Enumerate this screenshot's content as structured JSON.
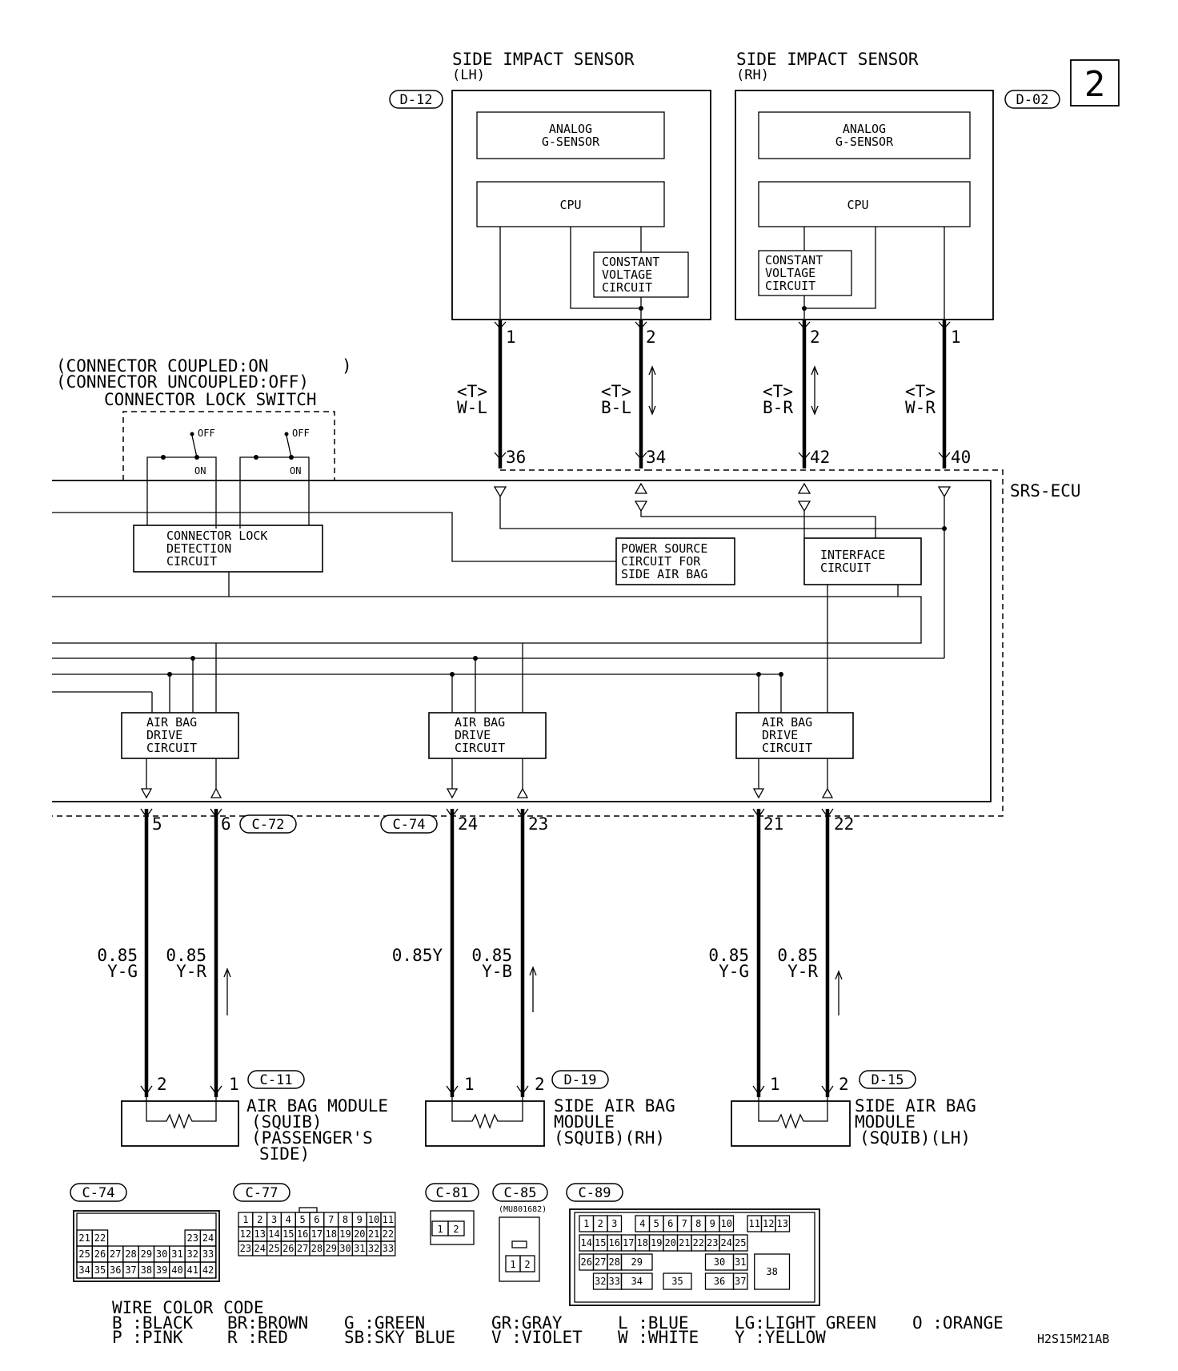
{
  "page_number": "2",
  "drawing_code": "H2S15M21AB",
  "sensors": {
    "lh": {
      "title": "SIDE IMPACT SENSOR",
      "side": "(LH)",
      "connector": "D-12",
      "g_sensor": [
        "ANALOG",
        "G-SENSOR"
      ],
      "cpu": "CPU",
      "cv": [
        "CONSTANT",
        "VOLTAGE",
        "CIRCUIT"
      ],
      "pin_a": "1",
      "pin_b": "2",
      "wire_a": [
        "<T>",
        "W-L"
      ],
      "wire_b": [
        "<T>",
        "B-L"
      ],
      "ecu_pin_a": "36",
      "ecu_pin_b": "34"
    },
    "rh": {
      "title": "SIDE IMPACT SENSOR",
      "side": "(RH)",
      "connector": "D-02",
      "g_sensor": [
        "ANALOG",
        "G-SENSOR"
      ],
      "cpu": "CPU",
      "cv": [
        "CONSTANT",
        "VOLTAGE",
        "CIRCUIT"
      ],
      "pin_a": "2",
      "pin_b": "1",
      "wire_a": [
        "<T>",
        "B-R"
      ],
      "wire_b": [
        "<T>",
        "W-R"
      ],
      "ecu_pin_a": "42",
      "ecu_pin_b": "40"
    }
  },
  "lock_switch": {
    "note1": "(CONNECTOR COUPLED:ON",
    "note2": "(CONNECTOR UNCOUPLED:OFF)",
    "title": "CONNECTOR LOCK SWITCH",
    "off": "OFF",
    "on": "ON",
    "detect": [
      "CONNECTOR LOCK",
      "DETECTION",
      "CIRCUIT"
    ]
  },
  "ecu": {
    "label": "SRS-ECU",
    "power": [
      "POWER SOURCE",
      "CIRCUIT FOR",
      "SIDE AIR BAG"
    ],
    "interface": [
      "INTERFACE",
      "CIRCUIT"
    ],
    "drive": [
      "AIR BAG",
      "DRIVE",
      "CIRCUIT"
    ]
  },
  "outputs": [
    {
      "connector": "C-72",
      "pin_l": "5",
      "pin_r": "6",
      "wire_l": [
        "0.85",
        "Y-G"
      ],
      "wire_r": [
        "0.85",
        "Y-R"
      ],
      "mod_connector": "C-11",
      "mod_pin_l": "2",
      "mod_pin_r": "1",
      "module": [
        "AIR BAG MODULE",
        "(SQUIB)",
        "(PASSENGER'S",
        "SIDE)"
      ]
    },
    {
      "connector": "C-74",
      "pin_l": "24",
      "pin_r": "23",
      "wire_l": [
        "",
        "0.85Y"
      ],
      "wire_r": [
        "0.85",
        "Y-B"
      ],
      "mod_connector": "D-19",
      "mod_pin_l": "1",
      "mod_pin_r": "2",
      "module": [
        "SIDE AIR BAG",
        "MODULE",
        "(SQUIB)(RH)",
        ""
      ]
    },
    {
      "connector": "",
      "pin_l": "21",
      "pin_r": "22",
      "wire_l": [
        "0.85",
        "Y-G"
      ],
      "wire_r": [
        "0.85",
        "Y-R"
      ],
      "mod_connector": "D-15",
      "mod_pin_l": "1",
      "mod_pin_r": "2",
      "module": [
        "SIDE AIR BAG",
        "MODULE",
        "(SQUIB)(LH)",
        ""
      ]
    }
  ],
  "connectors": {
    "c74": {
      "label": "C-74",
      "rows": [
        [
          "21",
          "22",
          "",
          "",
          "",
          "",
          "",
          "23",
          "24"
        ],
        [
          "25",
          "26",
          "27",
          "28",
          "29",
          "30",
          "31",
          "32",
          "33"
        ],
        [
          "34",
          "35",
          "36",
          "37",
          "38",
          "39",
          "40",
          "41",
          "42"
        ]
      ]
    },
    "c77": {
      "label": "C-77",
      "rows": [
        [
          "1",
          "2",
          "3",
          "4",
          "5",
          "6",
          "7",
          "8",
          "9",
          "10",
          "11"
        ],
        [
          "12",
          "13",
          "14",
          "15",
          "16",
          "17",
          "18",
          "19",
          "20",
          "21",
          "22"
        ],
        [
          "23",
          "24",
          "25",
          "26",
          "27",
          "28",
          "29",
          "30",
          "31",
          "32",
          "33"
        ]
      ]
    },
    "c81": {
      "label": "C-81",
      "pins": [
        "1",
        "2"
      ]
    },
    "c85": {
      "label": "C-85",
      "part": "(MU801682)",
      "pins": [
        "1",
        "2"
      ]
    },
    "c89": {
      "label": "C-89",
      "r1": [
        "1",
        "2",
        "3",
        "4",
        "5",
        "6",
        "7",
        "8",
        "9",
        "10",
        "11",
        "12",
        "13"
      ],
      "r2": [
        "14",
        "15",
        "16",
        "17",
        "18",
        "19",
        "20",
        "21",
        "22",
        "23",
        "24",
        "25"
      ],
      "r3": [
        "26",
        "27",
        "28",
        "29",
        "30",
        "31",
        "38"
      ],
      "r4": [
        "32",
        "33",
        "34",
        "35",
        "36",
        "37"
      ]
    }
  },
  "color_code": {
    "title": "WIRE COLOR CODE",
    "row1": [
      "B :BLACK",
      "BR:BROWN",
      "G :GREEN",
      "GR:GRAY",
      "L :BLUE",
      "LG:LIGHT GREEN",
      "O :ORANGE"
    ],
    "row2": [
      "P :PINK",
      "R :RED",
      "SB:SKY BLUE",
      "V :VIOLET",
      "W :WHITE",
      "Y :YELLOW"
    ]
  }
}
